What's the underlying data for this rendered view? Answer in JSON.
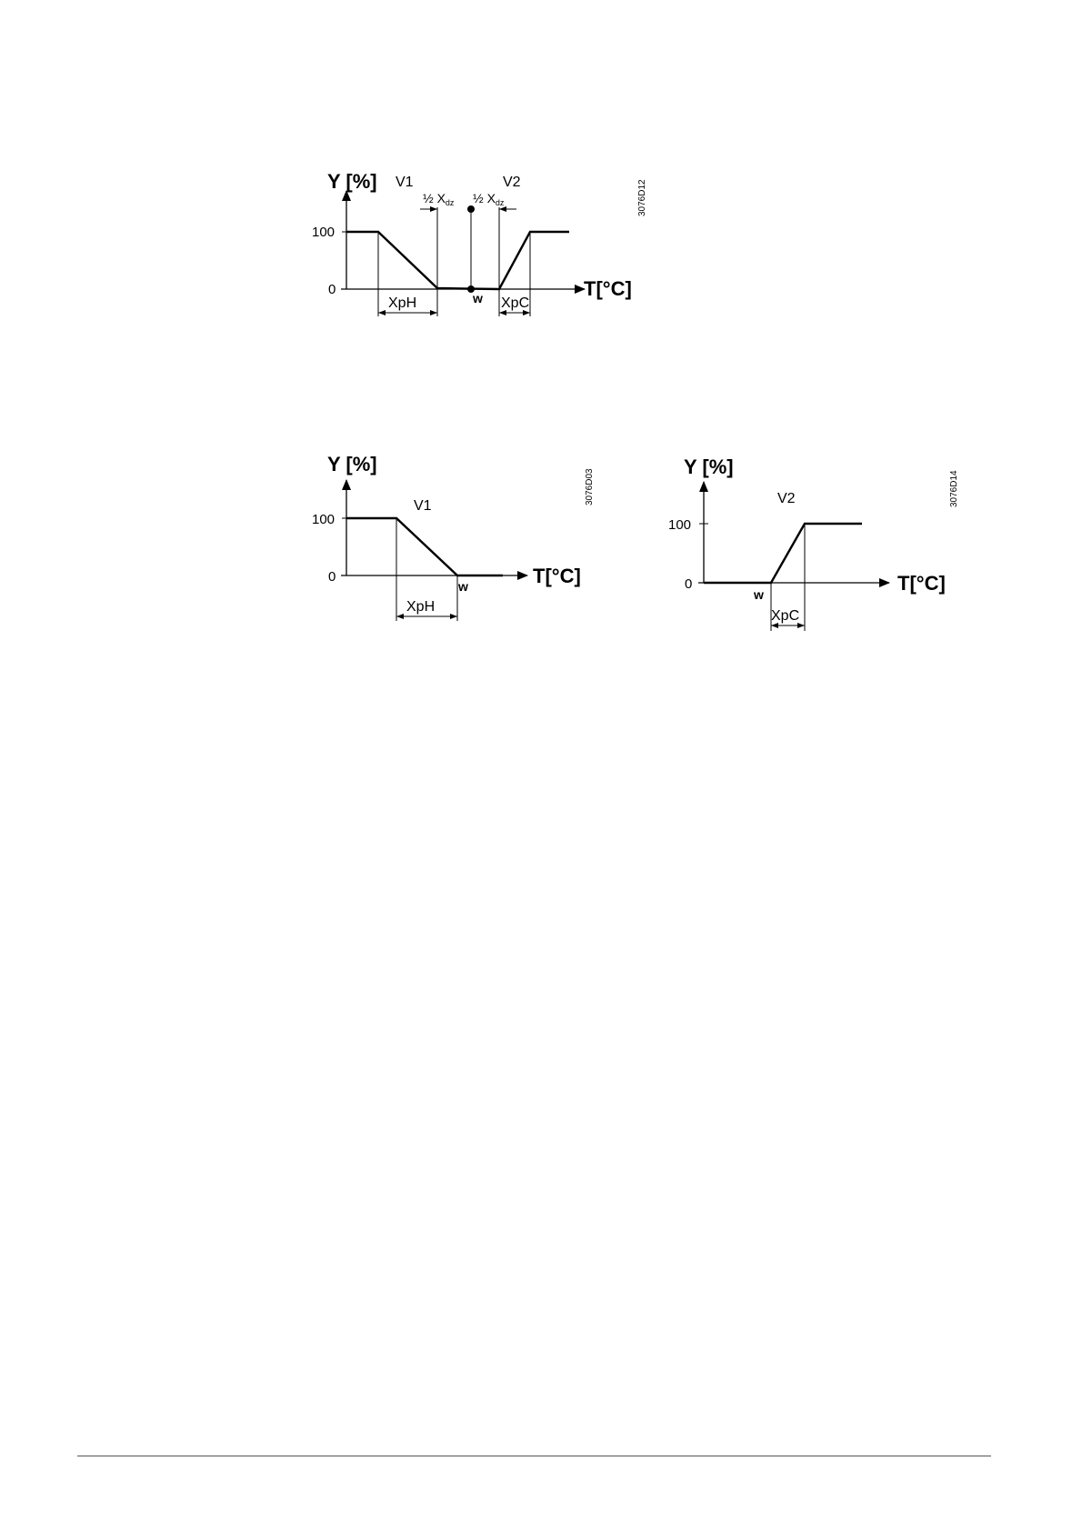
{
  "diagrams": [
    {
      "id": "sequence",
      "y_axis_label": "Y [%]",
      "x_axis_label": "T[°C]",
      "y_ticks": [
        "100",
        "0"
      ],
      "valve_labels": [
        "V1",
        "V2"
      ],
      "band_labels": [
        "XpH",
        "XpC"
      ],
      "deadzone_labels": [
        {
          "prefix": "½ X",
          "sub": "dz"
        },
        {
          "prefix": "½ X",
          "sub": "dz"
        }
      ],
      "setpoint_label": "w",
      "figure_code": "3076D12"
    },
    {
      "id": "heating",
      "y_axis_label": "Y [%]",
      "x_axis_label": "T[°C]",
      "y_ticks": [
        "100",
        "0"
      ],
      "valve_label": "V1",
      "band_label": "XpH",
      "setpoint_label": "w",
      "figure_code": "3076D03"
    },
    {
      "id": "cooling",
      "y_axis_label": "Y [%]",
      "x_axis_label": "T[°C]",
      "y_ticks": [
        "100",
        "0"
      ],
      "valve_label": "V2",
      "band_label": "XpC",
      "setpoint_label": "w",
      "figure_code": "3076D14"
    }
  ]
}
